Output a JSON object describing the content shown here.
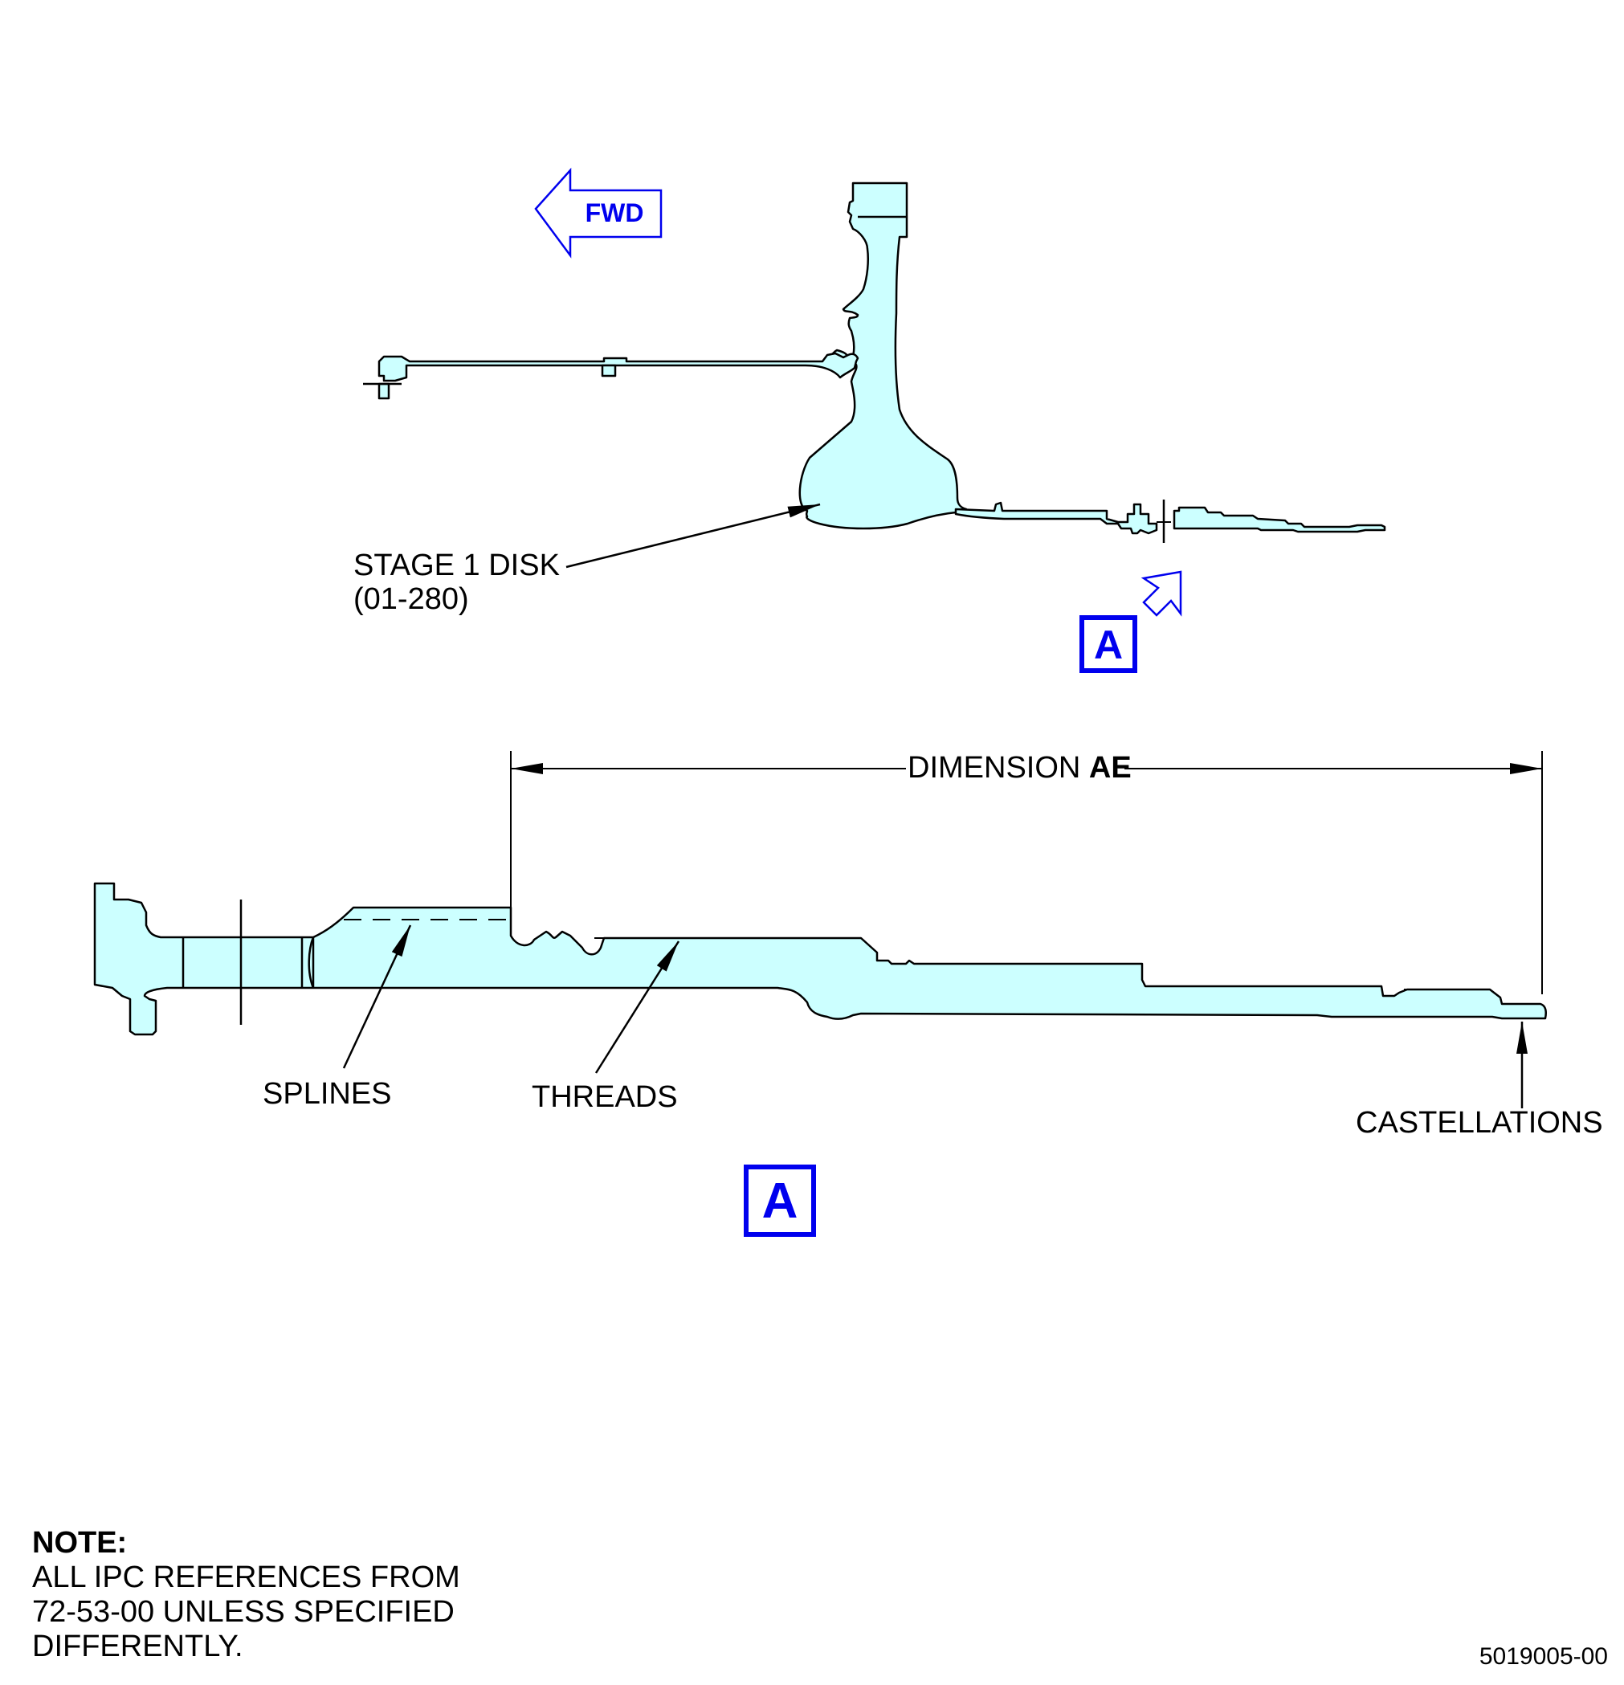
{
  "colors": {
    "part_fill": "#ccffff",
    "accent_blue": "#0000ee",
    "line": "#000000"
  },
  "fwd_arrow": {
    "label": "FWD"
  },
  "callouts": {
    "stage1_disk": {
      "line1": "STAGE 1 DISK",
      "line2": "(01-280)"
    },
    "splines": "SPLINES",
    "threads": "THREADS",
    "castellations": "CASTELLATIONS"
  },
  "dimension": {
    "prefix": "DIMENSION ",
    "code": "AE"
  },
  "view_refs": {
    "upper": "A",
    "lower": "A"
  },
  "note": {
    "title": "NOTE:",
    "lines": [
      "ALL IPC REFERENCES FROM",
      "72-53-00 UNLESS SPECIFIED",
      "DIFFERENTLY."
    ]
  },
  "figure_id": "5019005-00"
}
